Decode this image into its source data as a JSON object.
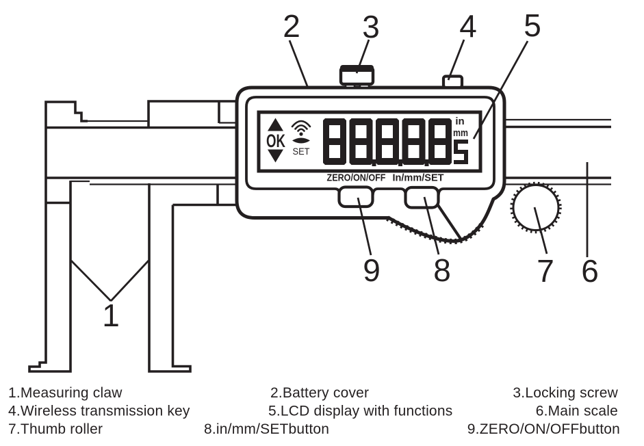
{
  "callouts": {
    "c1": "1",
    "c2": "2",
    "c3": "3",
    "c4": "4",
    "c5": "5",
    "c6": "6",
    "c7": "7",
    "c8": "8",
    "c9": "9"
  },
  "lcd": {
    "ok_label": "OK",
    "set_label": "SET",
    "main_digits": "88888",
    "decimal_dots_after_digits": [
      2,
      3,
      4
    ],
    "unit_top": "in",
    "unit_bottom": "mm",
    "mode_digit": "5",
    "button_left_label": "ZERO/ON/OFF",
    "button_right_label": "In/mm/SET",
    "icons": [
      "up-arrow-icon",
      "down-arrow-icon",
      "wireless-signal-icon",
      "sensor-lens-icon"
    ]
  },
  "legend": {
    "rows": [
      [
        "1.Measuring claw",
        "2.Battery cover",
        "3.Locking screw"
      ],
      [
        "4.Wireless transmission key",
        "5.LCD display with functions",
        "6.Main scale"
      ],
      [
        "7.Thumb roller",
        "8.in/mm/SETbutton",
        "9.ZERO/ON/OFFbutton"
      ]
    ]
  },
  "colors": {
    "ink": "#231f20",
    "background": "#ffffff"
  }
}
